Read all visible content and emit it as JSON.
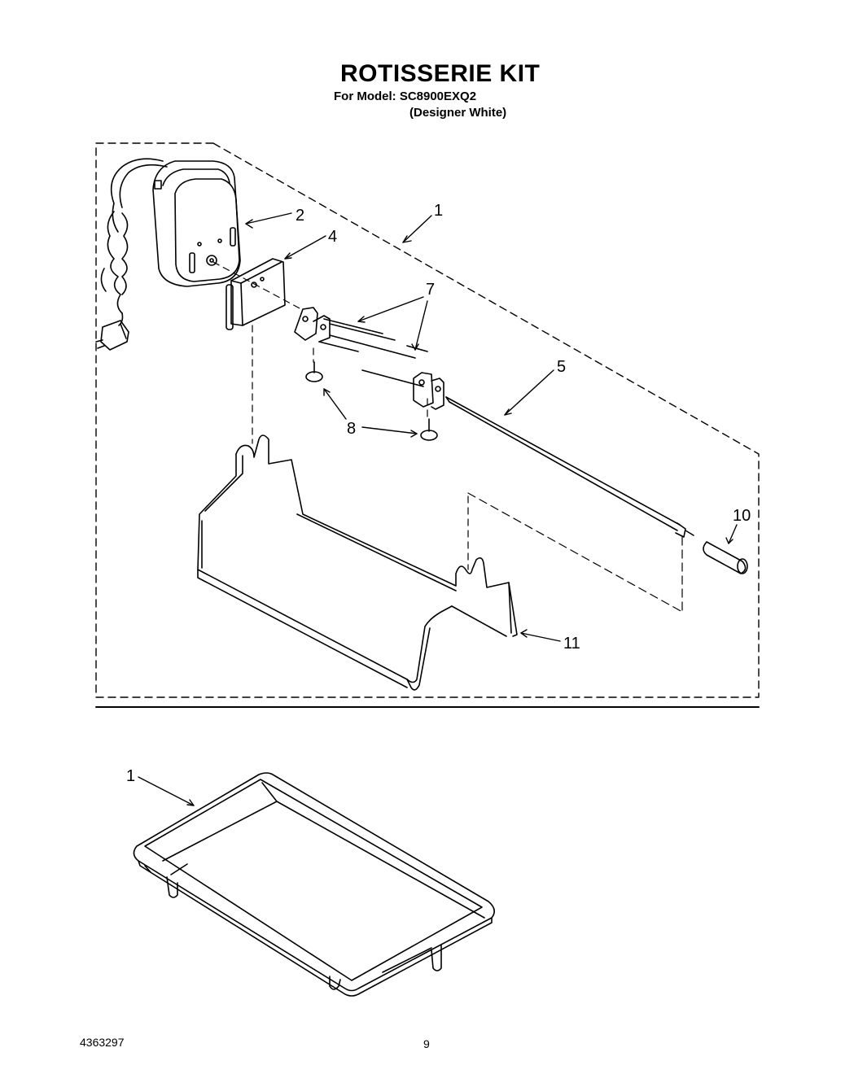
{
  "header": {
    "title": "ROTISSERIE KIT",
    "model_line": "For Model: SC8900EXQ2",
    "model_variant": "(Designer White)"
  },
  "callouts": {
    "c1_top": "1",
    "c2": "2",
    "c4": "4",
    "c5": "5",
    "c7": "7",
    "c8": "8",
    "c10": "10",
    "c11": "11",
    "c1_bottom": "1"
  },
  "footer": {
    "doc_number": "4363297",
    "page_number": "9"
  }
}
